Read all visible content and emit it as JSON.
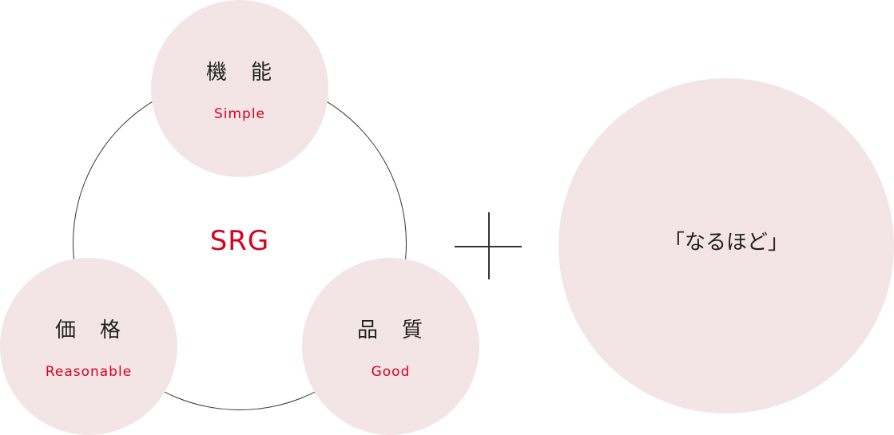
{
  "diagram": {
    "center_label": "SRG",
    "nodes": {
      "top": {
        "title": "機　能",
        "subtitle": "Simple"
      },
      "left": {
        "title": "価　格",
        "subtitle": "Reasonable"
      },
      "right": {
        "title": "品　質",
        "subtitle": "Good"
      }
    },
    "plus_symbol": "plus-icon",
    "addition_label": "「なるほど」"
  },
  "colors": {
    "circle_fill": "#f3e5e6",
    "accent_red": "#d7001f",
    "text_dark": "#222222",
    "line": "#333333"
  }
}
